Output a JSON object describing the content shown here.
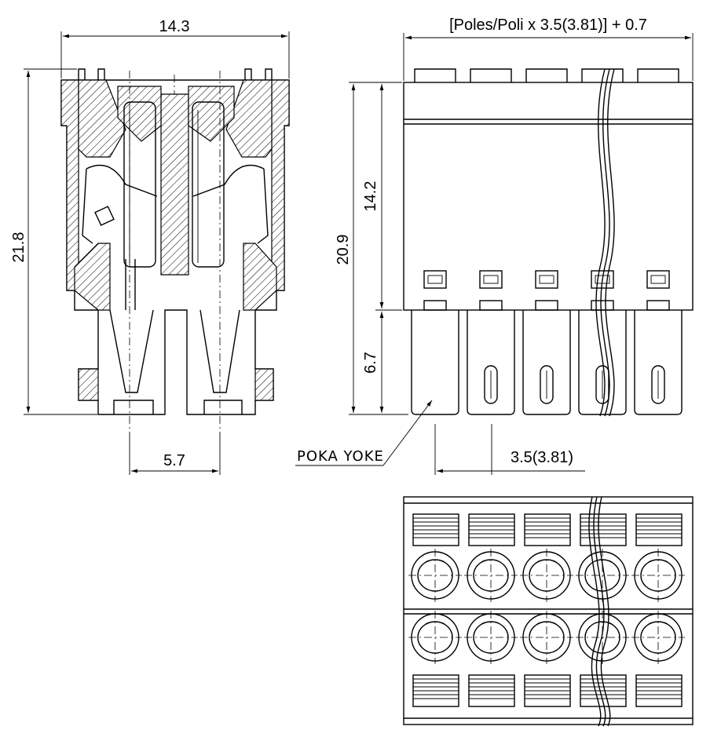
{
  "dimensions": {
    "width_top": "14.3",
    "height_total": "21.8",
    "pitch_formula": "[Poles/Poli x 3.5(3.81)] + 0.7",
    "height_side": "20.9",
    "height_upper": "14.2",
    "height_lower": "6.7",
    "pin_spacing": "5.7",
    "pitch": "3.5(3.81)"
  },
  "annotations": {
    "poka_yoke": "POKA YOKE"
  },
  "views": {
    "front_poles": 5,
    "bottom_poles": 5
  }
}
